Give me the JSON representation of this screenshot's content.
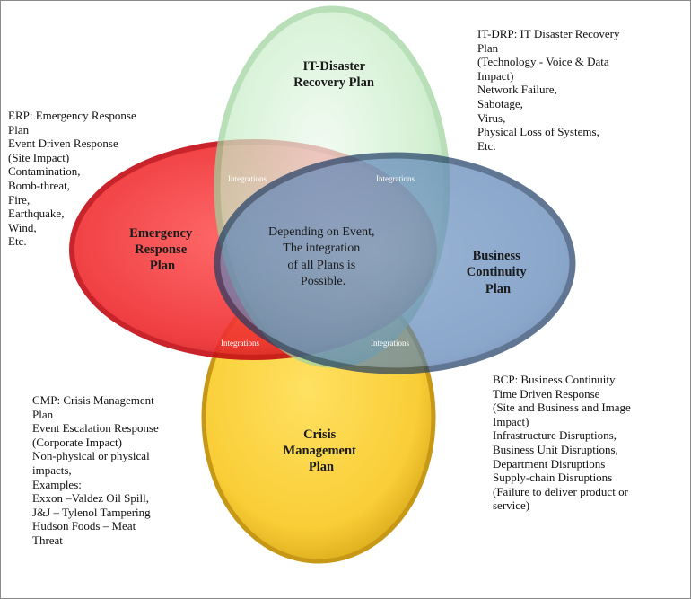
{
  "circles": {
    "it": {
      "label": [
        "IT-Disaster",
        "Recovery Plan"
      ],
      "color": "#c6eec6"
    },
    "erp": {
      "label": [
        "Emergency",
        "Response",
        "Plan"
      ],
      "color": "#e41e26"
    },
    "bcp": {
      "label": [
        "Business",
        "Continuity",
        "Plan"
      ],
      "color": "#4f79ad"
    },
    "cmp": {
      "label": [
        "Crisis",
        "Management",
        "Plan"
      ],
      "color": "#f7c92a"
    }
  },
  "center_text": [
    "Depending on Event,",
    "The integration",
    "of all Plans is",
    "Possible."
  ],
  "integrations": [
    "Integrations",
    "Integrations",
    "Integrations",
    "Integrations"
  ],
  "notes": {
    "it_drp": [
      "IT-DRP: IT Disaster Recovery",
      "Plan",
      "(Technology - Voice & Data",
      "Impact)",
      "Network Failure,",
      "Sabotage,",
      "Virus,",
      "Physical Loss of Systems,",
      "Etc."
    ],
    "erp": [
      "ERP: Emergency Response",
      "Plan",
      "Event Driven Response",
      "(Site Impact)",
      "Contamination,",
      "Bomb-threat,",
      "Fire,",
      "Earthquake,",
      "Wind,",
      "Etc."
    ],
    "cmp": [
      "CMP: Crisis Management",
      "Plan",
      "Event Escalation Response",
      "(Corporate Impact)",
      "Non-physical or physical",
      "impacts,",
      "Examples:",
      "Exxon –Valdez Oil Spill,",
      "J&J – Tylenol Tampering",
      "Hudson Foods – Meat",
      "Threat"
    ],
    "bcp": [
      "BCP: Business Continuity",
      "Time Driven Response",
      "(Site and Business and Image",
      "Impact)",
      "Infrastructure Disruptions,",
      "Business Unit Disruptions,",
      "Department Disruptions",
      "Supply-chain Disruptions",
      "(Failure to deliver product or",
      "service)"
    ]
  }
}
